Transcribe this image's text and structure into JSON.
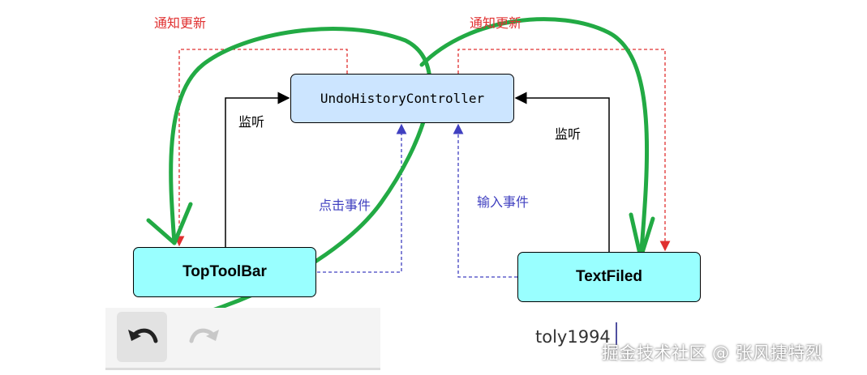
{
  "nodes": {
    "controller": "UndoHistoryController",
    "toolbar": "TopToolBar",
    "textfield": "TextFiled"
  },
  "labels": {
    "notify_left": "通知更新",
    "notify_right": "通知更新",
    "listen_left": "监听",
    "listen_right": "监听",
    "click_event": "点击事件",
    "input_event": "输入事件"
  },
  "toolbar_preview": {
    "undo_icon": "undo-arrow-icon",
    "redo_icon": "redo-arrow-icon"
  },
  "text_preview": {
    "value": "toly1994"
  },
  "watermark": "掘金技术社区 @ 张风捷特烈",
  "colors": {
    "controller_fill": "#cce5ff",
    "node_fill": "#99ffff",
    "notify_arrow": "#e03030",
    "event_arrow": "#4040c0",
    "listen_arrow": "#000000",
    "annotation_stroke": "#22aa44"
  }
}
